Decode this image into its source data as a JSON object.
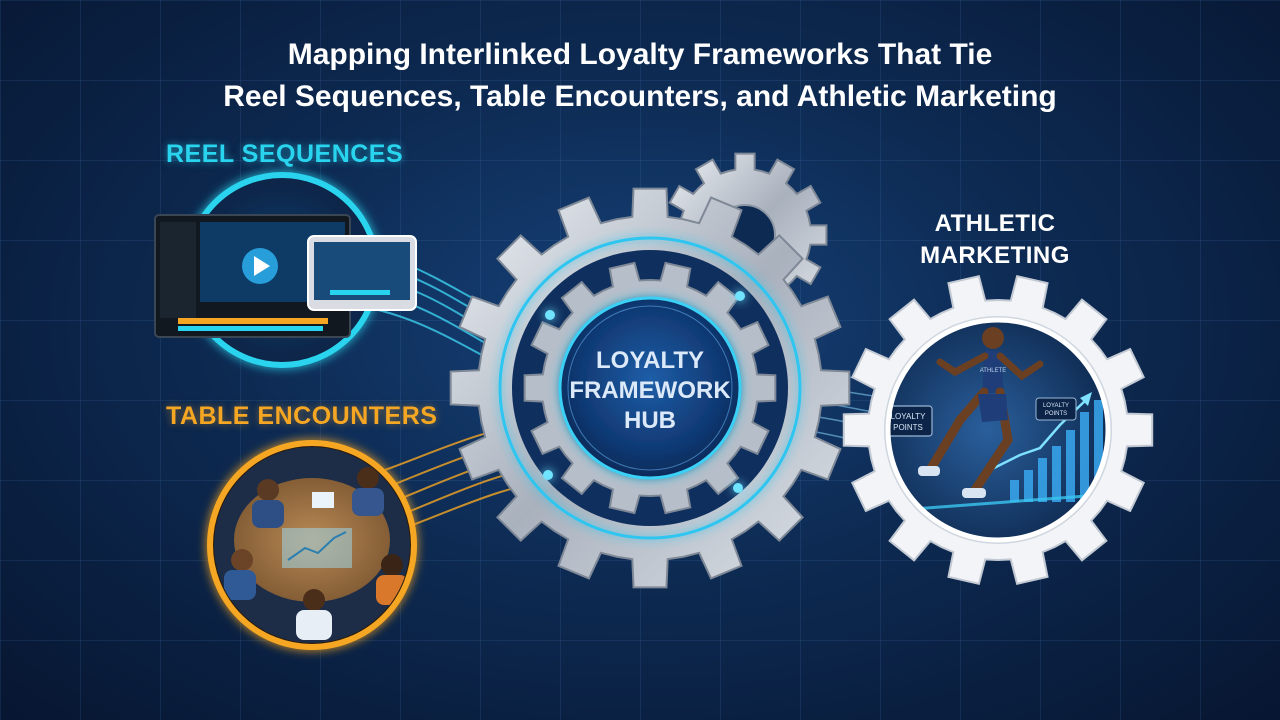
{
  "title": {
    "line1": "Mapping Interlinked Loyalty Frameworks That Tie",
    "line2": "Reel Sequences, Table Encounters, and Athletic Marketing"
  },
  "nodes": {
    "reel": {
      "label": "REEL SEQUENCES",
      "color": "#29d4ee"
    },
    "table": {
      "label": "TABLE ENCOUNTERS",
      "color": "#f5a623"
    },
    "athletic": {
      "line1": "ATHLETIC",
      "line2": "MARKETING"
    },
    "hub": {
      "line1": "LOYALTY",
      "line2": "FRAMEWORK",
      "line3": "HUB"
    }
  },
  "athletic_panel": {
    "badge_left_1": "LOYALTY",
    "badge_left_2": "POINTS",
    "badge_right_1": "LOYALTY",
    "badge_right_2": "POINTS",
    "shirt_text": "ATHLETE"
  },
  "colors": {
    "background": "#0d2a52",
    "cyan": "#29d4ee",
    "orange": "#f5a623",
    "gear_silver": "#c9ced6",
    "gear_white": "#f2f4f7"
  }
}
